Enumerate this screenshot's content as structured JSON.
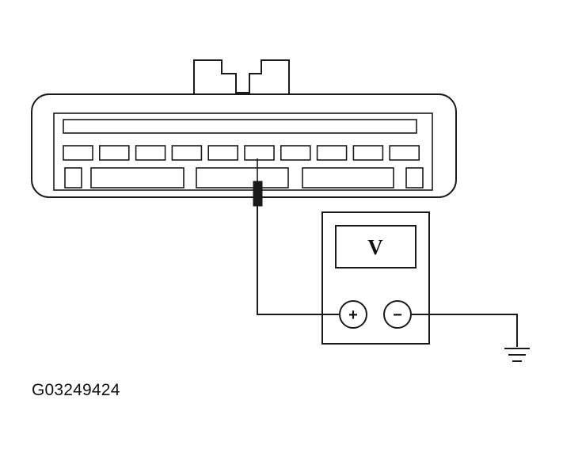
{
  "figure_id": "G03249424",
  "meter": {
    "display_text": "V",
    "positive_terminal": "+",
    "negative_terminal": "−"
  },
  "connector": {
    "cavity_count_top_row": 10,
    "probed_cavity_index": 5
  },
  "colors": {
    "line": "#1a1a1a",
    "background": "#ffffff"
  }
}
